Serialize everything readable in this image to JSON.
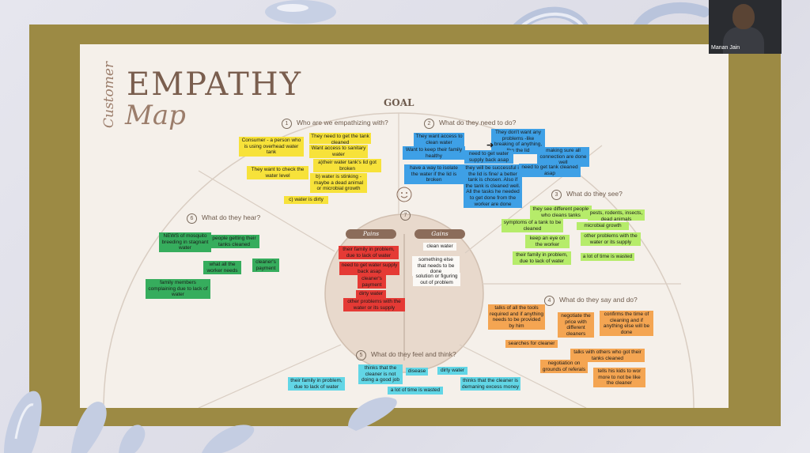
{
  "title": {
    "customer": "Customer",
    "main": "EMPATHY",
    "sub": "Map"
  },
  "goal": "GOAL",
  "video": {
    "name": "Manan Jain"
  },
  "sections": [
    {
      "num": "1",
      "label": "Who are we empathizing with?"
    },
    {
      "num": "2",
      "label": "What do they need to do?"
    },
    {
      "num": "3",
      "label": "What do they see?"
    },
    {
      "num": "4",
      "label": "What do they say and do?"
    },
    {
      "num": "5",
      "label": "What do they feel and think?"
    },
    {
      "num": "6",
      "label": "What do they hear?"
    },
    {
      "num": "7",
      "label": ""
    }
  ],
  "pains_label": "Pains",
  "gains_label": "Gains",
  "notes": {
    "s1": [
      "Consumer - a person who is using overhead water tank",
      "They need to get the tank cleaned",
      "Want access to sanitary water",
      "a)their water tank's lid got broken",
      "They want to check the water level",
      "b) water is stinking - maybe a dead animal or microbial growth",
      "c) water is dirty"
    ],
    "s2": [
      "They want access to clean water",
      "They don't want any problems -like breaking of anything, like the lid",
      "Want to keep their family healthy",
      "need to get water supply back asap",
      "making sure all connection are done well",
      "have a way to isolate the water if the lid is broken",
      "they will be successful if the lid is fine/ a better tank is chosen. Also if the tank is cleaned well. All the tasks he needed to get done from the worker are done",
      "need to get tank cleaned asap"
    ],
    "s3": [
      "they see different people who cleans tanks",
      "pests, rodents, insects, dead animals",
      "symptoms of a tank to be cleaned",
      "microbial growth",
      "keep an eye on the worker",
      "other problems with the water or its supply",
      "their family in problem, due to lack of water",
      "a lot of time is wasted"
    ],
    "s4": [
      "talks of all the tools required and if anything needs to be provided by him",
      "negotiate the price with different cleaners",
      "confirms the time of cleaning and if anything else will be done",
      "searches for cleaner",
      "talks with others who got their tanks cleaned",
      "negotiation on grounds of referals",
      "tells his kids to wor more to not be like the cleaner"
    ],
    "s5": [
      "their family in problem, due to lack of water",
      "thinks that the cleaner is not doing a good job",
      "disease",
      "dirty water",
      "thinks that the cleaner is demaning excess money",
      "a lot of time is wasted"
    ],
    "s6": [
      "NEWS of mosquito breeding in stagnant water",
      "people getting their tanks cleaned",
      "what all the worker needs",
      "cleaner's payment",
      "family members complaining due to lack of water"
    ],
    "pains": [
      "their family in problem, due to lack of water",
      "need to get water supply back asap",
      "cleaner's payment",
      "dirty water",
      "other problems with the water or its supply"
    ],
    "gains": [
      "clean water",
      "something else that needs to be done",
      "solution or figuring out of problem"
    ]
  }
}
